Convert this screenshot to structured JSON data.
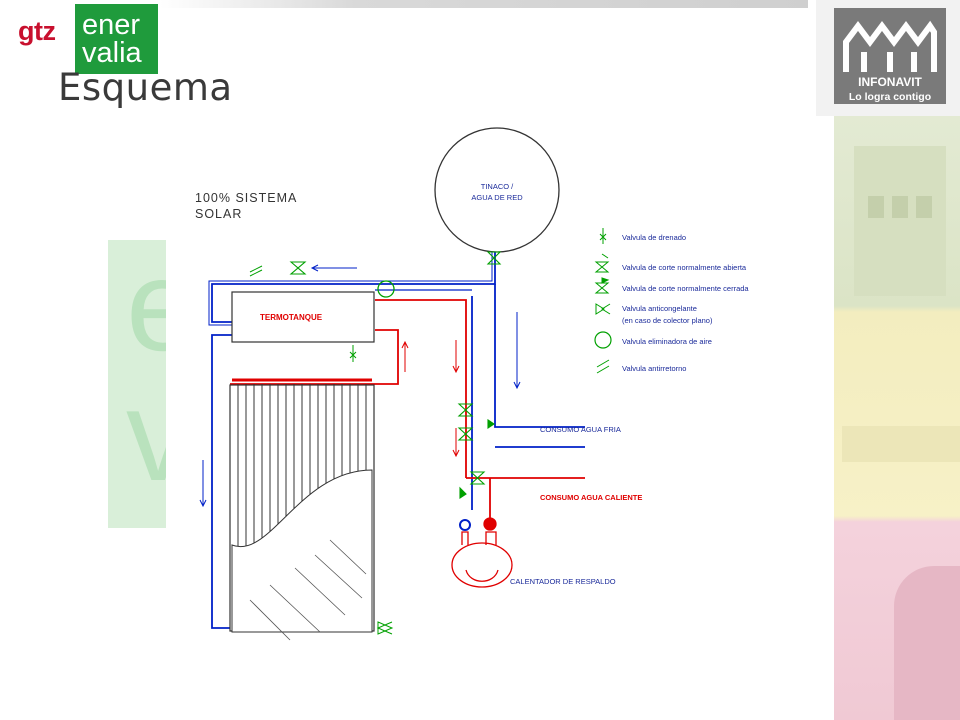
{
  "header": {
    "logo_gtz": "gtz",
    "logo_ener_line1": "ener",
    "logo_ener_line2": "valia",
    "title": "Esquema"
  },
  "infonavit": {
    "name": "INFONAVIT",
    "slogan": "Lo logra contigo"
  },
  "diagram": {
    "system_label_line1": "100% SISTEMA",
    "system_label_line2": "SOLAR",
    "tank_label_a": "TERMO",
    "tank_label_b": "TANQUE",
    "tinaco_line1": "TINACO /",
    "tinaco_line2": "AGUA DE RED",
    "consumo_fria": "CONSUMO AGUA FRIA",
    "consumo_caliente": "CONSUMO AGUA CALIENTE",
    "calentador": "CALENTADOR DE RESPALDO",
    "legend": [
      {
        "icon": "drain-valve-icon",
        "label": "Valvula de drenado"
      },
      {
        "icon": "valve-normally-open-icon",
        "label": "Valvula de corte normalmente abierta"
      },
      {
        "icon": "valve-normally-closed-icon",
        "label": "Valvula de corte normalmente cerrada"
      },
      {
        "icon": "antifreeze-valve-icon",
        "label": "Valvula anticongelante"
      },
      {
        "icon": "",
        "label": "(en caso de colector plano)"
      },
      {
        "icon": "air-eliminator-valve-icon",
        "label": "Valvula eliminadora de aire"
      },
      {
        "icon": "anti-siphon-valve-icon",
        "label": "Valvula antirretorno"
      }
    ]
  },
  "colors": {
    "hot": "#e00000",
    "cold": "#0020c8",
    "valve": "#00a000",
    "brand_green": "#1f9b3c",
    "brand_red": "#c8102e"
  }
}
